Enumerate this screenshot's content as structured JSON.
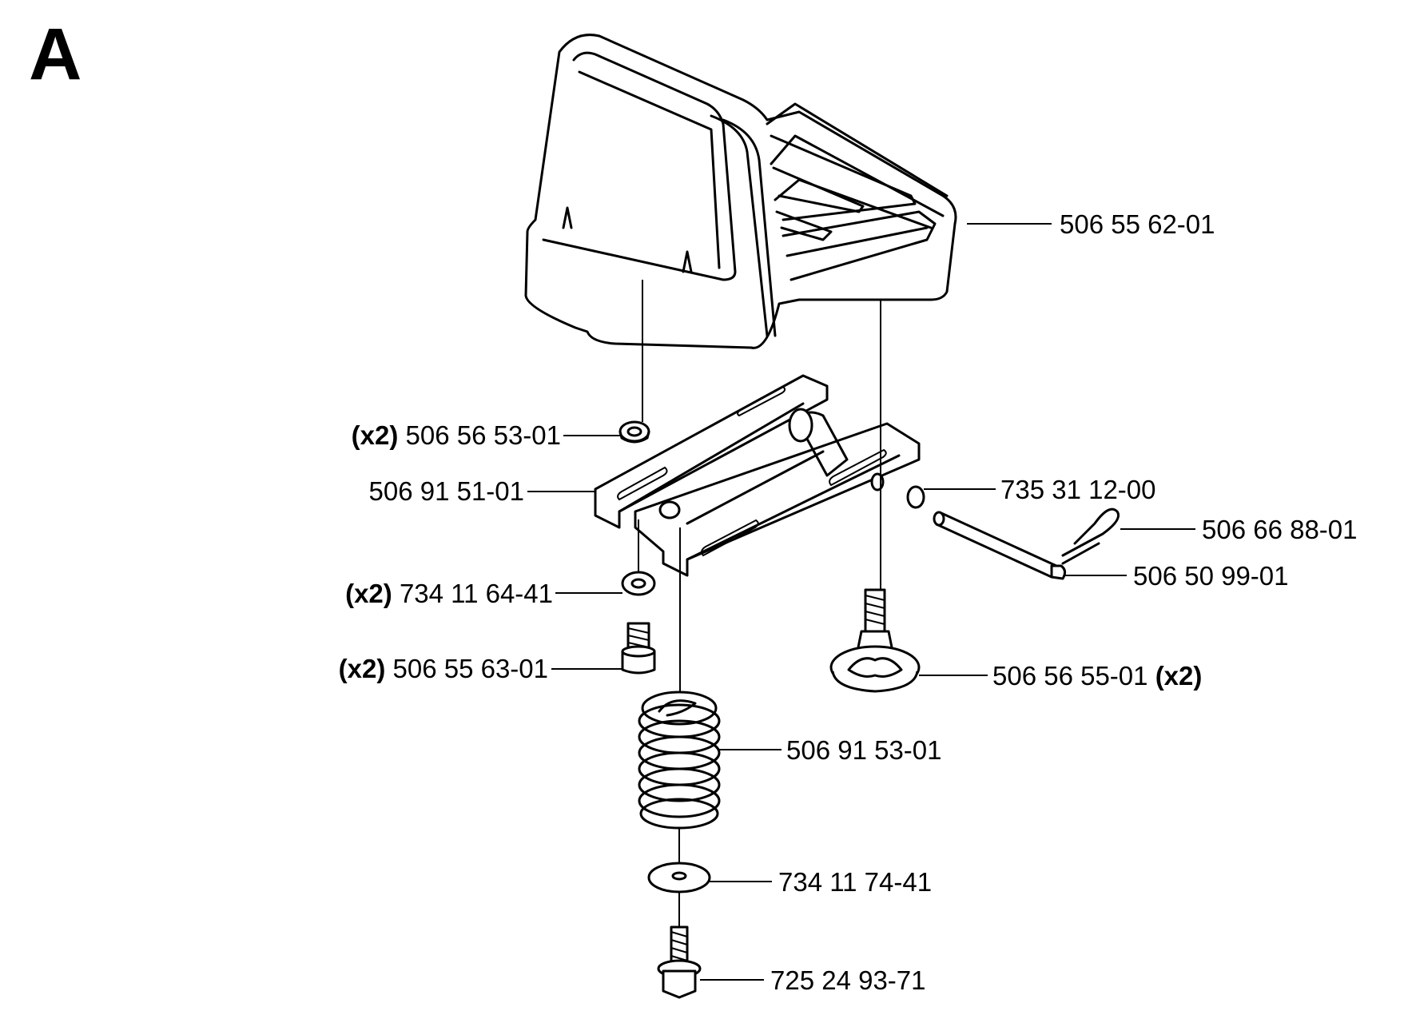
{
  "section_letter": "A",
  "parts": {
    "seat": {
      "number": "506 55 62-01"
    },
    "upper_washer": {
      "qty": "(x2)",
      "number": "506 56 53-01"
    },
    "bracket": {
      "number": "506 91 51-01"
    },
    "lower_washer": {
      "qty": "(x2)",
      "number": "734 11 64-41"
    },
    "bolt": {
      "qty": "(x2)",
      "number": "506 55 63-01"
    },
    "ring": {
      "number": "735 31 12-00"
    },
    "hairpin": {
      "number": "506 66 88-01"
    },
    "pin": {
      "number": "506 50 99-01"
    },
    "knob": {
      "number": "506 56 55-01",
      "qty": "(x2)"
    },
    "spring": {
      "number": "506 91 53-01"
    },
    "flat_washer": {
      "number": "734 11 74-41"
    },
    "flange_bolt": {
      "number": "725 24 93-71"
    }
  }
}
